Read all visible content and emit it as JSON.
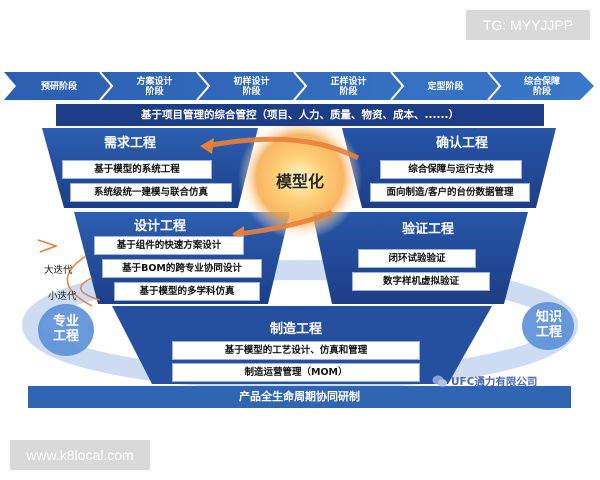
{
  "watermark_top": "TG: MYYJJPP",
  "watermark_bottom": "www.k8local.com",
  "phases": [
    "预研阶段",
    "方案设计\n阶段",
    "初样设计\n阶段",
    "正样设计\n阶段",
    "定型阶段",
    "综合保障\n阶段"
  ],
  "header": "基于项目管理的综合管控（项目、人力、质量、物资、成本、......）",
  "center": "模型化",
  "requirements": {
    "title": "需求工程",
    "items": [
      "基于模型的系统工程",
      "系统级统一建模与联合仿真"
    ]
  },
  "design": {
    "title": "设计工程",
    "items": [
      "基于组件的快速方案设计",
      "基于BOM的跨专业协同设计",
      "基于模型的多学科仿真"
    ]
  },
  "manufacturing": {
    "title": "制造工程",
    "items": [
      "基于模型的工艺设计、仿真和管理",
      "制造运营管理（MOM）"
    ]
  },
  "confirmation": {
    "title": "确认工程",
    "items": [
      "综合保障与运行支持",
      "面向制造/客户的台份数据管理"
    ]
  },
  "verification": {
    "title": "验证工程",
    "items": [
      "闭环试验验证",
      "数字样机虚拟验证"
    ]
  },
  "iterations": {
    "large": "大迭代",
    "small": "小迭代"
  },
  "side_left": "专业\n工程",
  "side_right": "知识\n工程",
  "footer": "产品全生命周期协同研制",
  "company": "UFC通力有限公司",
  "colors": {
    "navy": "#1d3e86",
    "blue": "#2f65b2",
    "light_blue": "#5b8fd8",
    "orange": "#e8803a"
  }
}
